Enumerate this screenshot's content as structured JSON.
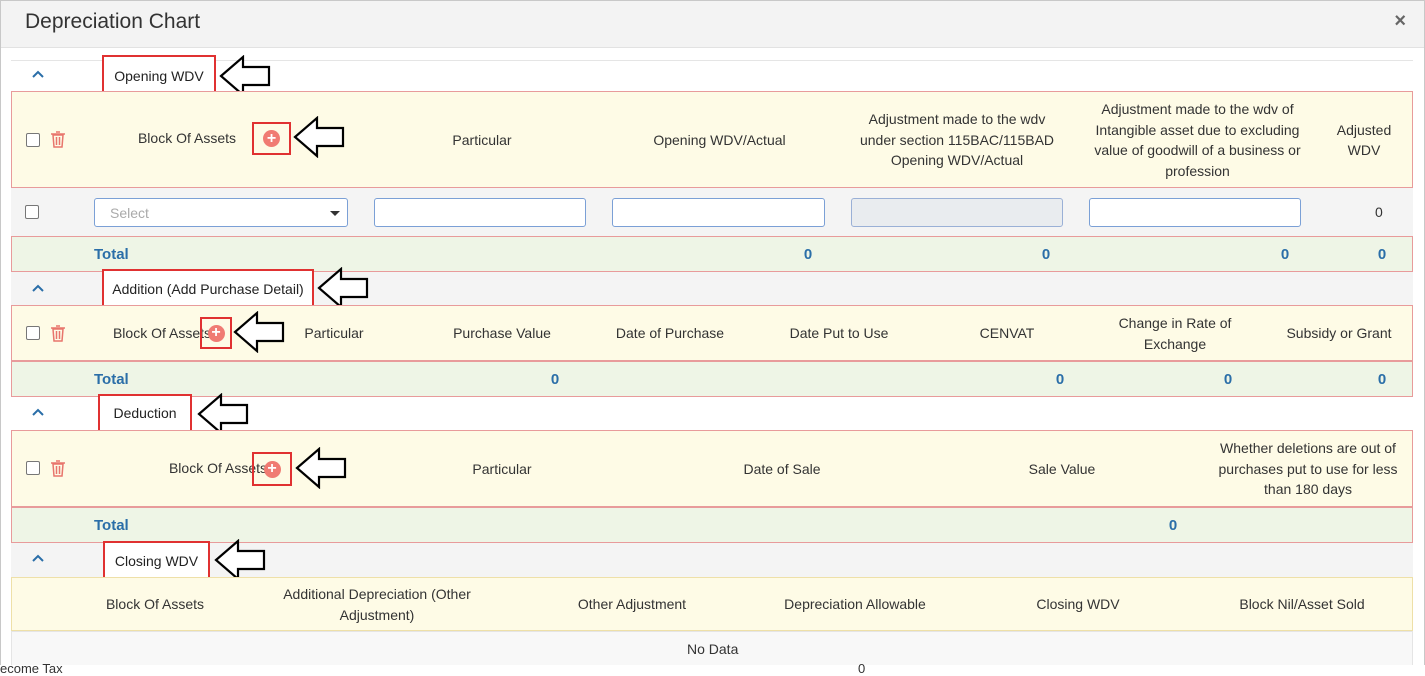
{
  "window": {
    "title": "Depreciation Chart",
    "close_glyph": "×"
  },
  "icons": {
    "collapse": "chevron-up-icon",
    "delete": "trash-icon",
    "add": "plus-circle-icon",
    "callout": "left-arrow-icon",
    "close": "close-icon"
  },
  "colors": {
    "callout_border": "#e03131",
    "add_button": "#f07b73",
    "header_row": "#fefbe6",
    "total_row": "#eef5e6",
    "total_text": "#2a6ea8"
  },
  "opening": {
    "label": "Opening WDV",
    "columns": {
      "block": "Block Of Assets",
      "particular": "Particular",
      "opening": "Opening WDV/Actual",
      "adj115": "Adjustment made to the wdv under section 115BAC/115BAD Opening WDV/Actual",
      "adjIntangible": "Adjustment made to the wdv of Intangible asset due to excluding value of goodwill of a business or profession",
      "adjusted": "Adjusted WDV"
    },
    "row": {
      "select_placeholder": "Select",
      "adjusted_value": "0"
    },
    "total": {
      "label": "Total",
      "opening": "0",
      "adj115": "0",
      "adjIntangible": "0",
      "adjusted": "0"
    }
  },
  "addition": {
    "label": "Addition (Add Purchase Detail)",
    "columns": {
      "block": "Block Of Assets",
      "particular": "Particular",
      "purchase": "Purchase Value",
      "date_purchase": "Date of Purchase",
      "date_put": "Date Put to Use",
      "cenvat": "CENVAT",
      "exchange": "Change in Rate of Exchange",
      "subsidy": "Subsidy or Grant"
    },
    "total": {
      "label": "Total",
      "purchase": "0",
      "cenvat": "0",
      "exchange": "0",
      "subsidy": "0"
    }
  },
  "deduction": {
    "label": "Deduction",
    "columns": {
      "block": "Block Of Assets",
      "particular": "Particular",
      "date_sale": "Date of Sale",
      "sale_value": "Sale Value",
      "deletions": "Whether deletions are out of purchases put to use for less than 180 days"
    },
    "total": {
      "label": "Total",
      "sale_value": "0"
    }
  },
  "closing": {
    "label": "Closing WDV",
    "columns": {
      "block": "Block Of Assets",
      "additional": "Additional Depreciation (Other Adjustment)",
      "other": "Other Adjustment",
      "allowable": "Depreciation Allowable",
      "closing": "Closing WDV",
      "nil": "Block Nil/Asset Sold"
    },
    "empty": "No Data"
  },
  "footer_partial": {
    "left": "ecome Tax",
    "mid": "0"
  }
}
